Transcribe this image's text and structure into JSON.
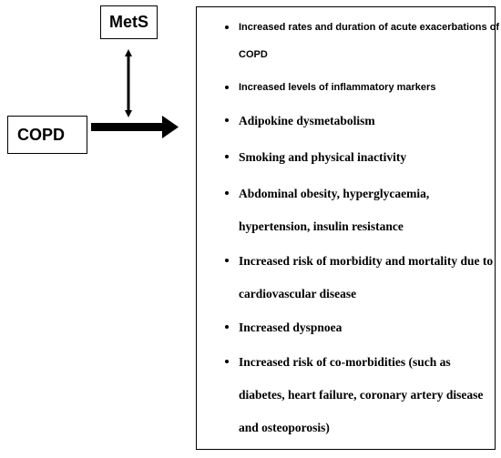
{
  "nodes": {
    "mets": "MetS",
    "copd": "COPD"
  },
  "effects": [
    {
      "lines": [
        "Increased rates and duration of acute exacerbations of",
        "COPD"
      ]
    },
    {
      "lines": [
        "Increased levels of inflammatory markers"
      ]
    },
    {
      "lines": [
        "Adipokine dysmetabolism"
      ]
    },
    {
      "lines": [
        "Smoking and physical inactivity"
      ]
    },
    {
      "lines": [
        "Abdominal obesity, hyperglycaemia,",
        "hypertension, insulin resistance"
      ]
    },
    {
      "lines": [
        "Increased risk of morbidity and mortality due to",
        "cardiovascular disease"
      ]
    },
    {
      "lines": [
        "Increased dyspnoea"
      ]
    },
    {
      "lines": [
        "Increased risk of co-morbidities (such as",
        "diabetes, heart failure, coronary artery disease",
        "and osteoporosis)"
      ]
    }
  ]
}
